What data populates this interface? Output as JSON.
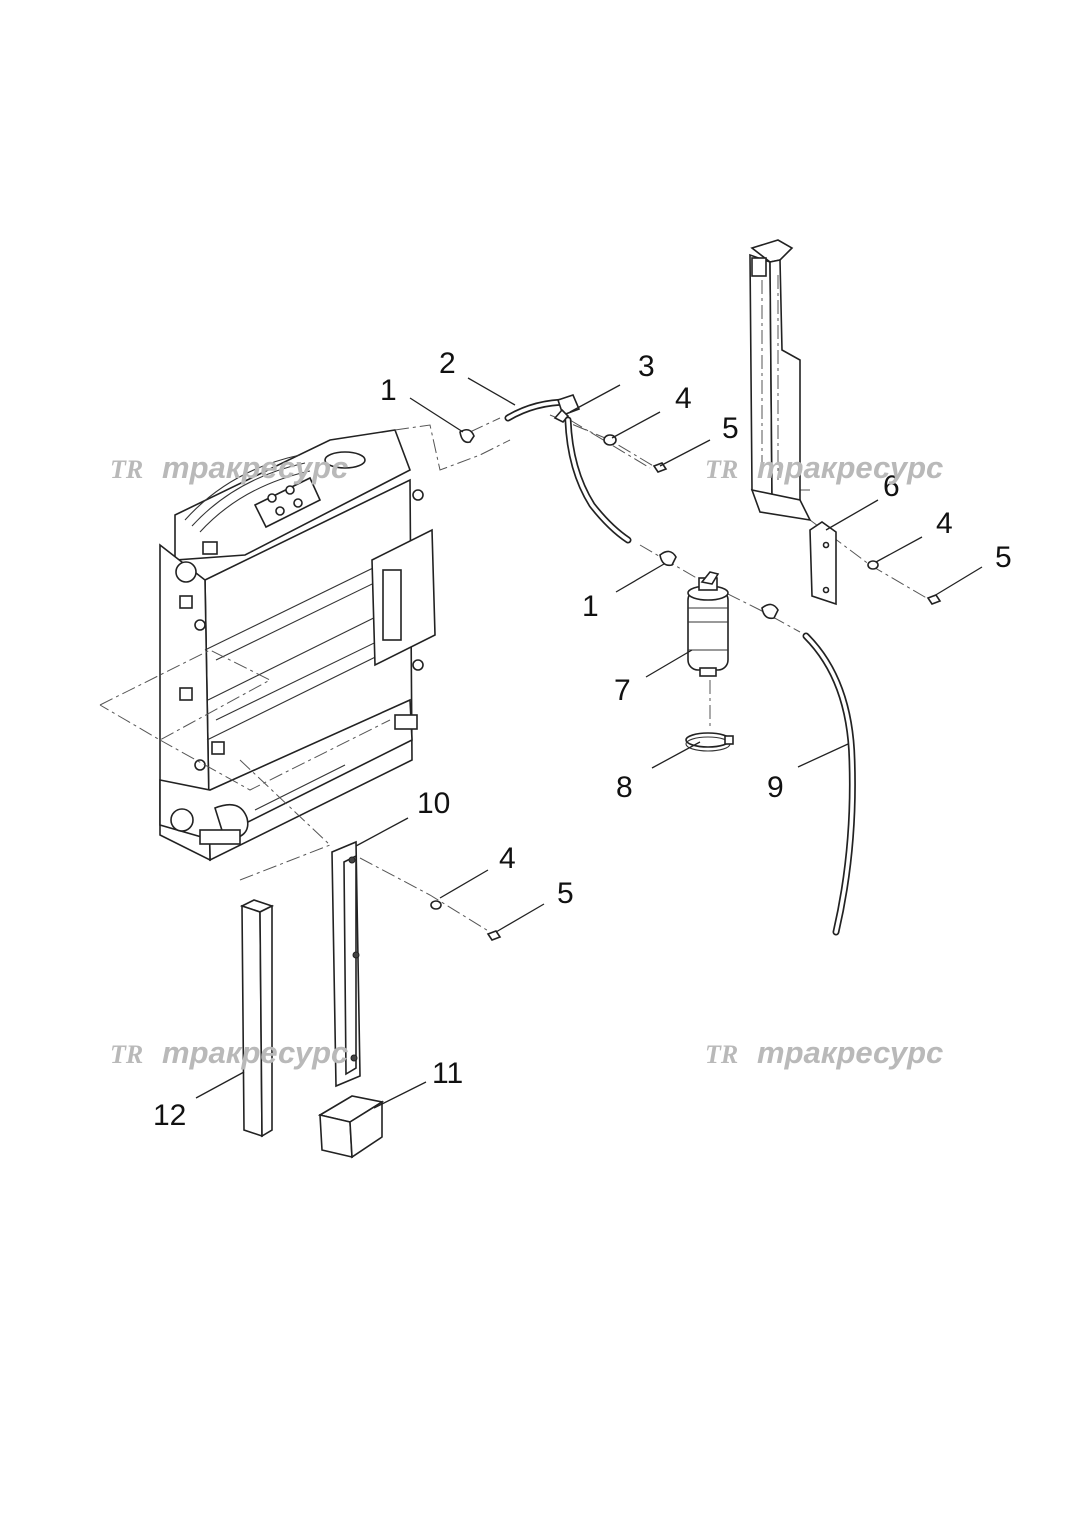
{
  "diagram": {
    "callouts": [
      {
        "id": "c1a",
        "label": "1"
      },
      {
        "id": "c2",
        "label": "2"
      },
      {
        "id": "c3",
        "label": "3"
      },
      {
        "id": "c4a",
        "label": "4"
      },
      {
        "id": "c5a",
        "label": "5"
      },
      {
        "id": "c6",
        "label": "6"
      },
      {
        "id": "c4b",
        "label": "4"
      },
      {
        "id": "c5b",
        "label": "5"
      },
      {
        "id": "c1b",
        "label": "1"
      },
      {
        "id": "c7",
        "label": "7"
      },
      {
        "id": "c8",
        "label": "8"
      },
      {
        "id": "c9",
        "label": "9"
      },
      {
        "id": "c10",
        "label": "10"
      },
      {
        "id": "c4c",
        "label": "4"
      },
      {
        "id": "c5c",
        "label": "5"
      },
      {
        "id": "c11",
        "label": "11"
      },
      {
        "id": "c12",
        "label": "12"
      }
    ],
    "watermark": {
      "logo": "TR",
      "text": "тракресурс"
    }
  }
}
